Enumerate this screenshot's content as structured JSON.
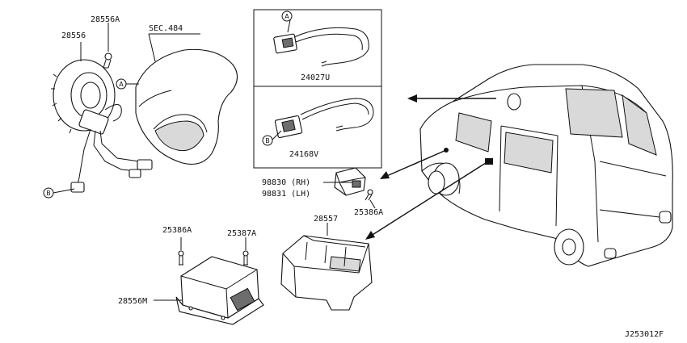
{
  "labels": {
    "p28556A": "28556A",
    "p28556": "28556",
    "sec484": "SEC.484",
    "p24027U": "24027U",
    "p24168V": "24168V",
    "p98830": "98830 (RH)",
    "p98831": "98831 (LH)",
    "p25386A_a": "25386A",
    "p28557": "28557",
    "p25386A_b": "25386A",
    "p25387A": "25387A",
    "p28556M": "28556M",
    "diagram_id": "J253012F"
  },
  "callouts": {
    "a_inset": "A",
    "b_inset": "B",
    "a_bag": "A",
    "b_clock": "B"
  }
}
